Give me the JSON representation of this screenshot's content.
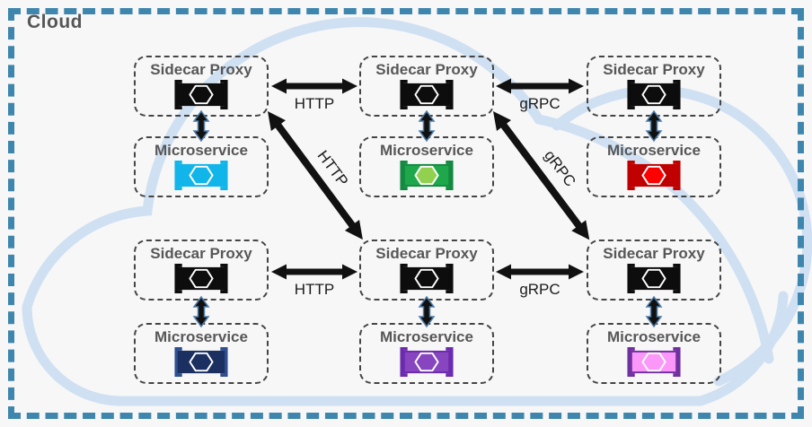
{
  "cloud_label": "Cloud",
  "colors": {
    "outer_border": "#3e86ad",
    "cloud_stroke": "#cfe0f2",
    "box_border": "#454545",
    "title_text": "#575757",
    "arrow_fill": "#111111",
    "vertical_arrow_outline": "#4f7ca8"
  },
  "groups": [
    {
      "position": "top-left",
      "proxy_label": "Sidecar Proxy",
      "service_label": "Microservice",
      "proxy_icon": {
        "rect_fill": "#0d0d0d",
        "rect_stroke": "#0d0d0d",
        "bracket": "#0d0d0d",
        "hex_fill": "#0d0d0d",
        "hex_stroke": "#ffffff"
      },
      "service_icon": {
        "rect_fill": "#12b5ea",
        "rect_stroke": "#12b5ea",
        "bracket": "#12b5ea",
        "hex_fill": "#12b5ea",
        "hex_stroke": "#ffffff"
      }
    },
    {
      "position": "top-middle",
      "proxy_label": "Sidecar Proxy",
      "service_label": "Microservice",
      "proxy_icon": {
        "rect_fill": "#0d0d0d",
        "rect_stroke": "#0d0d0d",
        "bracket": "#0d0d0d",
        "hex_fill": "#0d0d0d",
        "hex_stroke": "#ffffff"
      },
      "service_icon": {
        "rect_fill": "#1fa84b",
        "rect_stroke": "#128a40",
        "bracket": "#128a40",
        "hex_fill": "#92d050",
        "hex_stroke": "#ffffff"
      }
    },
    {
      "position": "top-right",
      "proxy_label": "Sidecar Proxy",
      "service_label": "Microservice",
      "proxy_icon": {
        "rect_fill": "#0d0d0d",
        "rect_stroke": "#0d0d0d",
        "bracket": "#0d0d0d",
        "hex_fill": "#0d0d0d",
        "hex_stroke": "#ffffff"
      },
      "service_icon": {
        "rect_fill": "#c00000",
        "rect_stroke": "#c00000",
        "bracket": "#c00000",
        "hex_fill": "#fe0000",
        "hex_stroke": "#ffffff"
      }
    },
    {
      "position": "bottom-left",
      "proxy_label": "Sidecar Proxy",
      "service_label": "Microservice",
      "proxy_icon": {
        "rect_fill": "#0d0d0d",
        "rect_stroke": "#0d0d0d",
        "bracket": "#0d0d0d",
        "hex_fill": "#0d0d0d",
        "hex_stroke": "#ffffff"
      },
      "service_icon": {
        "rect_fill": "#1b3060",
        "rect_stroke": "#1b3060",
        "bracket": "#2e5090",
        "hex_fill": "#1b3060",
        "hex_stroke": "#ffffff"
      }
    },
    {
      "position": "bottom-middle",
      "proxy_label": "Sidecar Proxy",
      "service_label": "Microservice",
      "proxy_icon": {
        "rect_fill": "#0d0d0d",
        "rect_stroke": "#0d0d0d",
        "bracket": "#0d0d0d",
        "hex_fill": "#0d0d0d",
        "hex_stroke": "#ffffff"
      },
      "service_icon": {
        "rect_fill": "#8745c0",
        "rect_stroke": "#6c2bae",
        "bracket": "#6c2bae",
        "hex_fill": "#8745c0",
        "hex_stroke": "#ffffff"
      }
    },
    {
      "position": "bottom-right",
      "proxy_label": "Sidecar Proxy",
      "service_label": "Microservice",
      "proxy_icon": {
        "rect_fill": "#0d0d0d",
        "rect_stroke": "#0d0d0d",
        "bracket": "#0d0d0d",
        "hex_fill": "#0d0d0d",
        "hex_stroke": "#ffffff"
      },
      "service_icon": {
        "rect_fill": "#fb97f8",
        "rect_stroke": "#7030a0",
        "bracket": "#7030a0",
        "hex_fill": "#fb97f8",
        "hex_stroke": "#ffffff"
      }
    }
  ],
  "edges": {
    "top_h_left": "HTTP",
    "top_h_right": "gRPC",
    "bottom_h_left": "HTTP",
    "bottom_h_right": "gRPC",
    "diag_left": "HTTP",
    "diag_right": "gRPC"
  }
}
